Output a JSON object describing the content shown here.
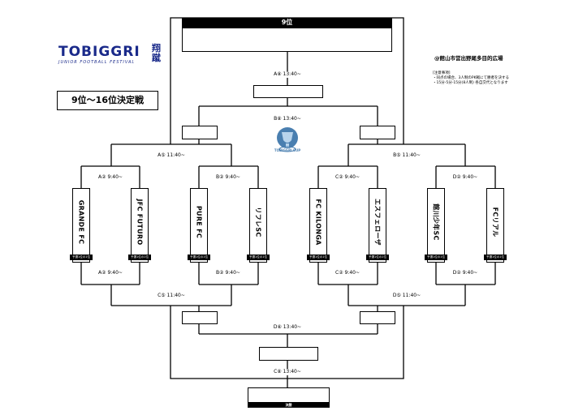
{
  "logo": {
    "main": "TOBIGGRI",
    "sub": "JUNIOR FOOTBALL FESTIVAL",
    "kanji_1": "翔",
    "kanji_2": "蹴",
    "color": "#1a2a8a"
  },
  "title": "9位〜16位決定戦",
  "venue": "@館山市営出野尾多目的広場",
  "notes": {
    "heading": "[注意事項]",
    "line1": "・同点の場合、3人制のPK戦にて勝者を決する",
    "line2": "・15分-5分-15分(8人制) 各自交代となります"
  },
  "top_header": "9位",
  "matches": {
    "final": "A⑧ 13:40~",
    "center": "B⑧ 13:40~",
    "left_semi_top": "A⑤ 11:40~",
    "right_semi_top": "B⑤ 11:40~",
    "a_top": "A② 9:40~",
    "b_top": "B② 9:40~",
    "c_top": "C② 9:40~",
    "d_top": "D② 9:40~",
    "a_bottom": "A② 9:40~",
    "b_bottom": "B② 9:40~",
    "c_bottom": "C② 9:40~",
    "d_bottom": "D② 9:40~",
    "left_semi_bottom": "C⑤ 11:40~",
    "right_semi_bottom": "D⑤ 11:40~",
    "bottom_final": "D⑧ 13:40~",
    "bottom_third": "C⑧ 13:40~"
  },
  "teams": [
    {
      "name": "GRANDE FC",
      "tag": "予選1位の1位"
    },
    {
      "name": "JFC FUTURO",
      "tag": "予選1位の1位"
    },
    {
      "name": "PURE FC",
      "tag": "予選1位の1位"
    },
    {
      "name": "リフレSC",
      "tag": "予選1位の1位"
    },
    {
      "name": "FC KILONGA",
      "tag": "予選1位の1位"
    },
    {
      "name": "エスフェローザ",
      "tag": "予選1位の1位"
    },
    {
      "name": "館川少年SC",
      "tag": "予選1位の1位"
    },
    {
      "name": "FCリアル",
      "tag": "予選1位の1位"
    }
  ],
  "trophy": {
    "text": "TOBIGGRI CUP",
    "icon": "trophy-icon",
    "color": "#4a7fb0"
  },
  "bottom_header": "決勝"
}
